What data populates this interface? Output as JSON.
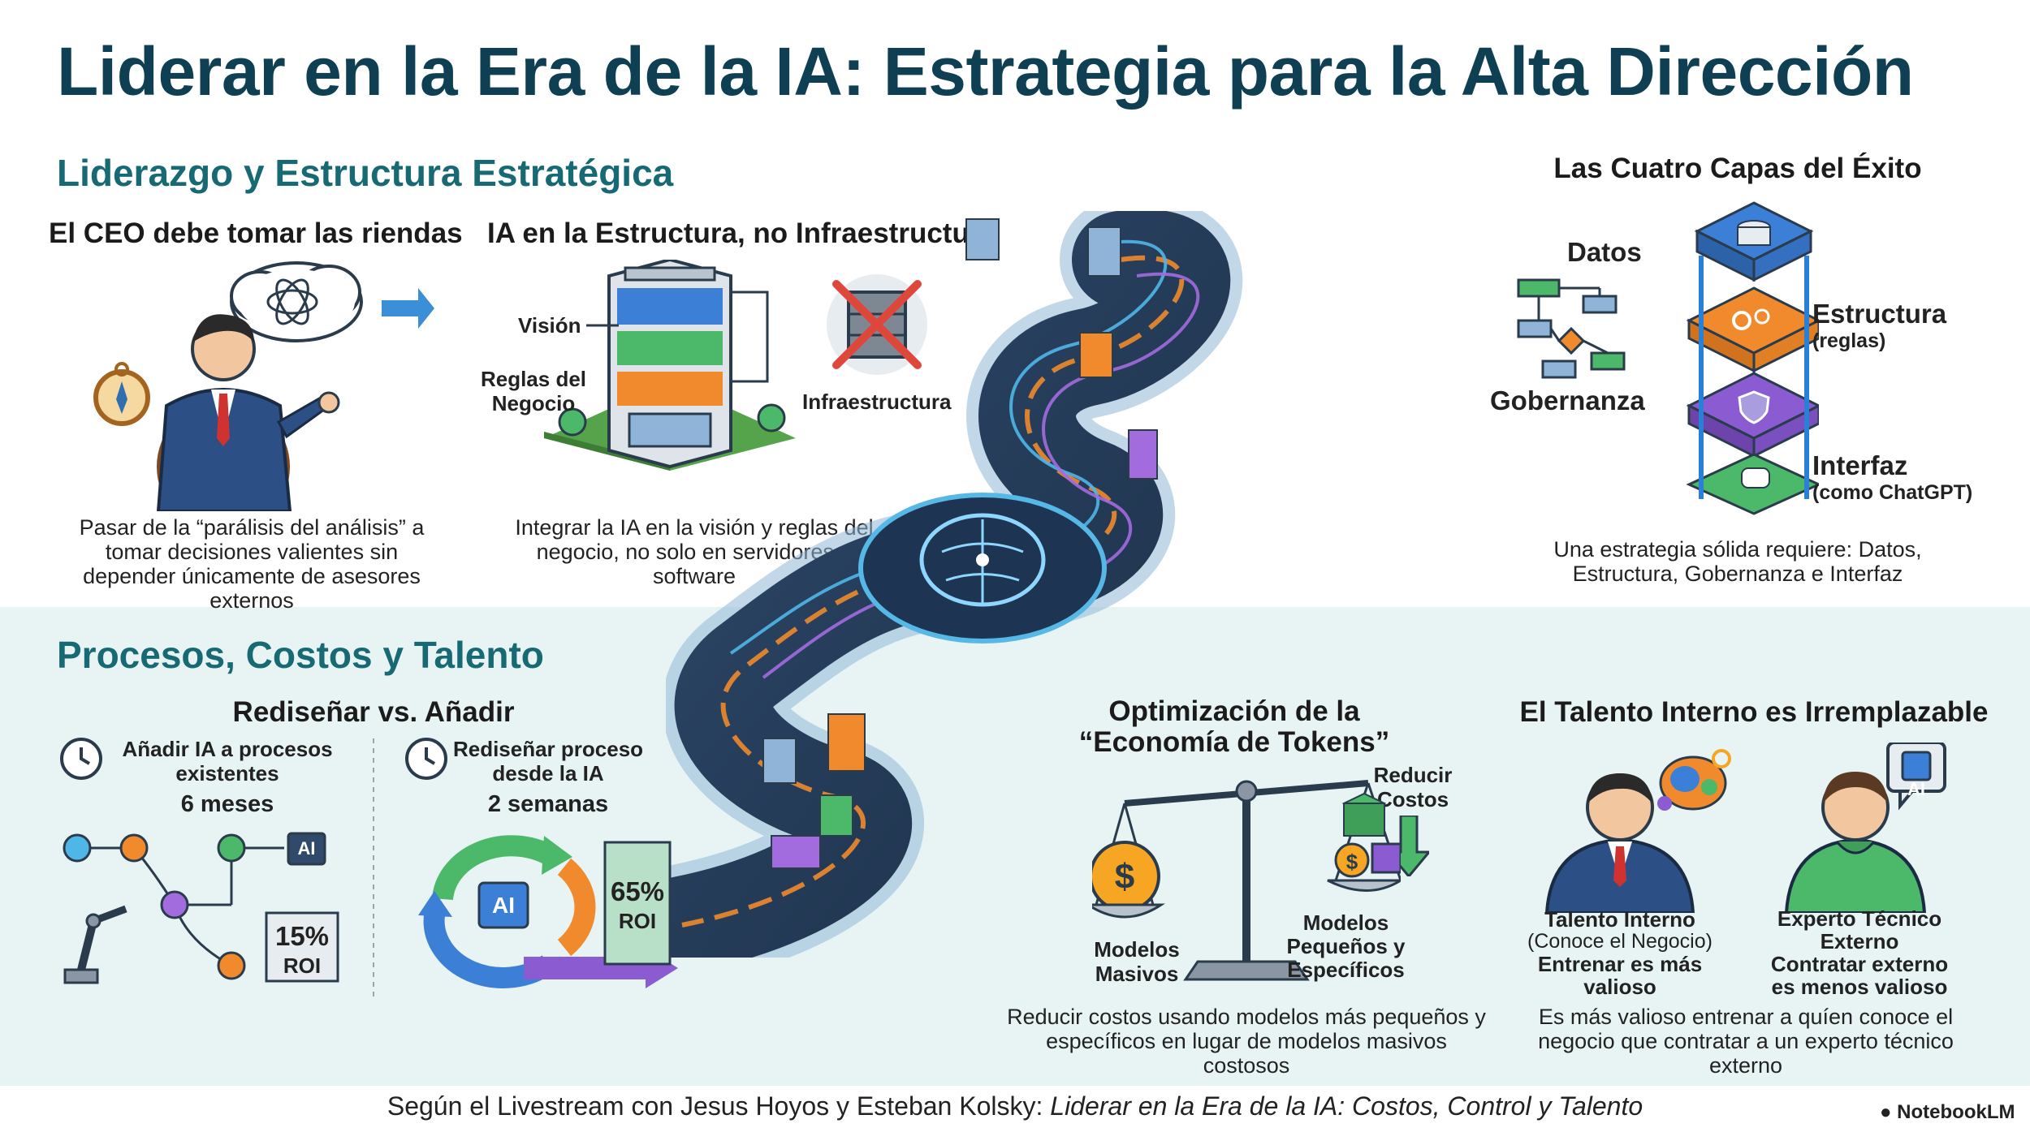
{
  "title": "Liderar en la Era de la IA: Estrategia para la Alta Dirección",
  "sections": {
    "leadership": {
      "title": "Liderazgo y Estructura Estratégica",
      "ceo": {
        "title": "El CEO debe tomar las riendas",
        "caption": "Pasar de la “parálisis del análisis” a tomar decisiones valientes sin depender únicamente de asesores externos"
      },
      "structure": {
        "title": "IA en la Estructura, no Infraestructura",
        "label_vision": "Visión",
        "label_rules": "Reglas del Negocio",
        "label_infra": "Infraestructura",
        "caption": "Integrar la IA en la visión y reglas del negocio, no solo en servidores o software"
      }
    },
    "four_layers": {
      "title": "Las Cuatro Capas del Éxito",
      "label_data": "Datos",
      "label_structure": "Estructura",
      "label_structure_sub": "(reglas)",
      "label_governance": "Gobernanza",
      "label_interface": "Interfaz",
      "label_interface_sub": "(como ChatGPT)",
      "caption": "Una estrategia sólida requiere: Datos, Estructura, Gobernanza e Interfaz"
    },
    "processes": {
      "title": "Procesos, Costos y Talento",
      "redesign": {
        "title": "Rediseñar vs. Añadir",
        "add_label": "Añadir IA a procesos existentes",
        "add_time": "6 meses",
        "add_roi_value": "15%",
        "add_roi_label": "ROI",
        "redesign_label": "Rediseñar proceso desde la IA",
        "redesign_time": "2 semanas",
        "redesign_roi_value": "65%",
        "redesign_roi_label": "ROI",
        "ai_chip": "AI",
        "ai_center": "AI"
      },
      "tokens": {
        "title": "Optimización de la “Economía de Tokens”",
        "reduce_label": "Reducir Costos",
        "massive_label": "Modelos Masivos",
        "small_label": "Modelos Pequeños y Específicos",
        "caption": "Reducir costos usando modelos más pequeños y específicos en lugar de modelos masivos costosos"
      },
      "talent": {
        "title": "El Talento Interno es Irremplazable",
        "internal_name": "Talento Interno",
        "internal_sub": "(Conoce el Negocio)",
        "internal_value": "Entrenar es más valioso",
        "external_name": "Experto Técnico Externo",
        "external_value": "Contratar externo es menos valioso",
        "ai_bubble": "AI",
        "caption": "Es más valioso entrenar a quíen conoce el negocio que contratar a un experto técnico externo"
      }
    }
  },
  "footer": {
    "prefix": "Según el Livestream con Jesus Hoyos y Esteban Kolsky: ",
    "source": "Liderar en la Era de la IA: Costos, Control y Talento"
  },
  "brand": "NotebookLM",
  "colors": {
    "title": "#0f3f52",
    "section": "#176a73",
    "band": "#e8f4f4",
    "blue": "#3b7fd6",
    "orange": "#f08a2c",
    "green": "#4cb86a",
    "purple": "#8a5bd1"
  }
}
